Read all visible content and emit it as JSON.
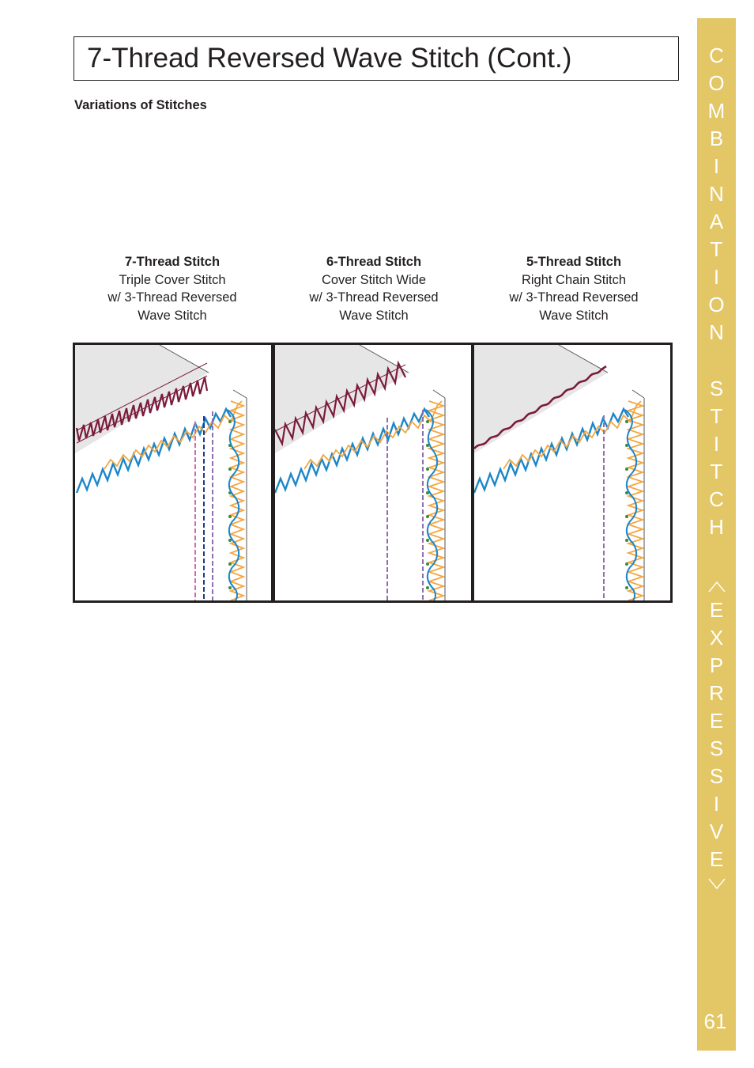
{
  "page": {
    "title": "7-Thread Reversed Wave Stitch (Cont.)",
    "section_heading": "Variations of Stitches",
    "page_number": "61"
  },
  "variations": [
    {
      "title": "7-Thread Stitch",
      "line1": "Triple Cover Stitch",
      "line2": "w/ 3-Thread Reversed",
      "line3": "Wave Stitch"
    },
    {
      "title": "6-Thread Stitch",
      "line1": "Cover Stitch Wide",
      "line2": "w/ 3-Thread Reversed",
      "line3": "Wave Stitch"
    },
    {
      "title": "5-Thread Stitch",
      "line1": "Right Chain Stitch",
      "line2": "w/ 3-Thread Reversed",
      "line3": "Wave Stitch"
    }
  ],
  "sidebar": {
    "letters": [
      "C",
      "O",
      "M",
      "B",
      "I",
      "N",
      "A",
      "T",
      "I",
      "O",
      "N",
      "S",
      "T",
      "I",
      "T",
      "C",
      "H",
      "E",
      "X",
      "P",
      "R",
      "E",
      "S",
      "S",
      "I",
      "V",
      "E"
    ]
  },
  "colors": {
    "sidebar_bg": "#e3c665",
    "burgundy_thread": "#7a1a3c",
    "blue_thread": "#1c86c9",
    "orange_thread": "#f5a641",
    "green_thread": "#3c8a3c",
    "fabric_gray": "#e6e6e6"
  }
}
